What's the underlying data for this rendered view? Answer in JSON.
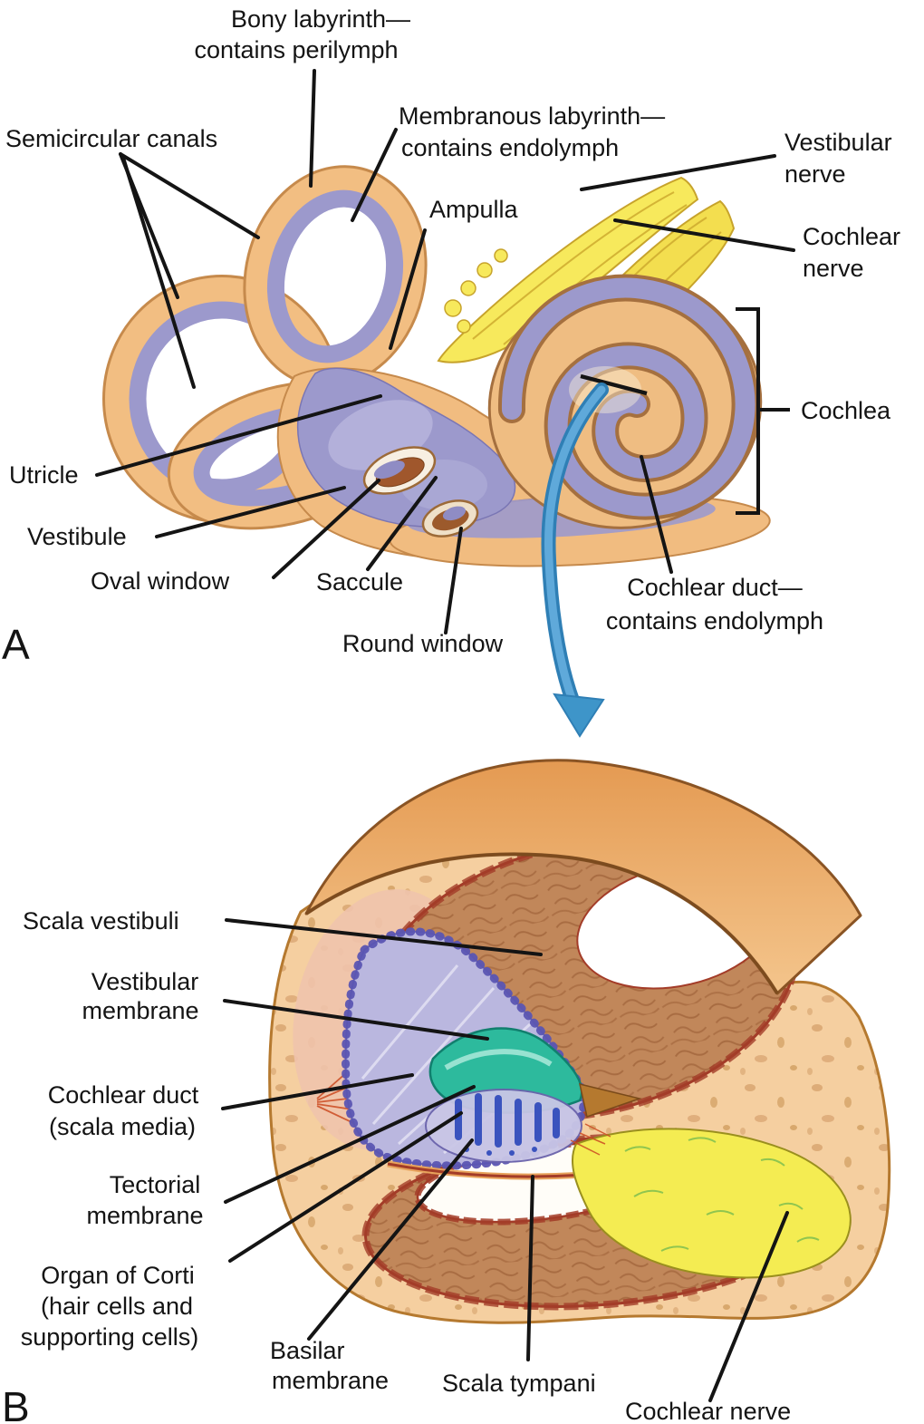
{
  "figure": {
    "title_hidden": "",
    "panel_a": {
      "panel_letter": "A",
      "labels": {
        "bony_labyrinth_line1": "Bony labyrinth—",
        "bony_labyrinth_line2": "contains perilymph",
        "semicircular_canals": "Semicircular canals",
        "membranous_labyrinth_line1": "Membranous labyrinth—",
        "membranous_labyrinth_line2": "contains endolymph",
        "ampulla": "Ampulla",
        "vestibular_nerve_line1": "Vestibular",
        "vestibular_nerve_line2": "nerve",
        "cochlear_nerve_line1": "Cochlear",
        "cochlear_nerve_line2": "nerve",
        "cochlea": "Cochlea",
        "utricle": "Utricle",
        "vestibule": "Vestibule",
        "oval_window": "Oval window",
        "saccule": "Saccule",
        "round_window": "Round window",
        "cochlear_duct_line1": "Cochlear duct—",
        "cochlear_duct_line2": "contains endolymph"
      }
    },
    "panel_b": {
      "panel_letter": "B",
      "labels": {
        "scala_vestibuli": "Scala vestibuli",
        "vestibular_membrane_line1": "Vestibular",
        "vestibular_membrane_line2": "membrane",
        "cochlear_duct_line1": "Cochlear duct",
        "cochlear_duct_line2": "(scala media)",
        "tectorial_membrane_line1": "Tectorial",
        "tectorial_membrane_line2": "membrane",
        "organ_of_corti_line1": "Organ of Corti",
        "organ_of_corti_line2": "(hair cells and",
        "organ_of_corti_line3": "supporting cells)",
        "basilar_membrane_line1": "Basilar",
        "basilar_membrane_line2": "membrane",
        "scala_tympani": "Scala tympani",
        "cochlear_nerve": "Cochlear nerve"
      }
    },
    "colors": {
      "bone_orange": "#F1BC80",
      "bone_light": "#F5CFA0",
      "membranous_purple": "#9C99CC",
      "duct_lavender": "#BAB7DF",
      "nerve_yellow": "#F7E95C",
      "arrow_blue": "#3E95C9",
      "tectorial_teal": "#2DBA9D",
      "chamber_wall_brown": "#C1875A",
      "brick_outline_red": "#A33C28",
      "organ_of_corti_blue": "#3A53BE",
      "label_text": "#141414"
    }
  }
}
